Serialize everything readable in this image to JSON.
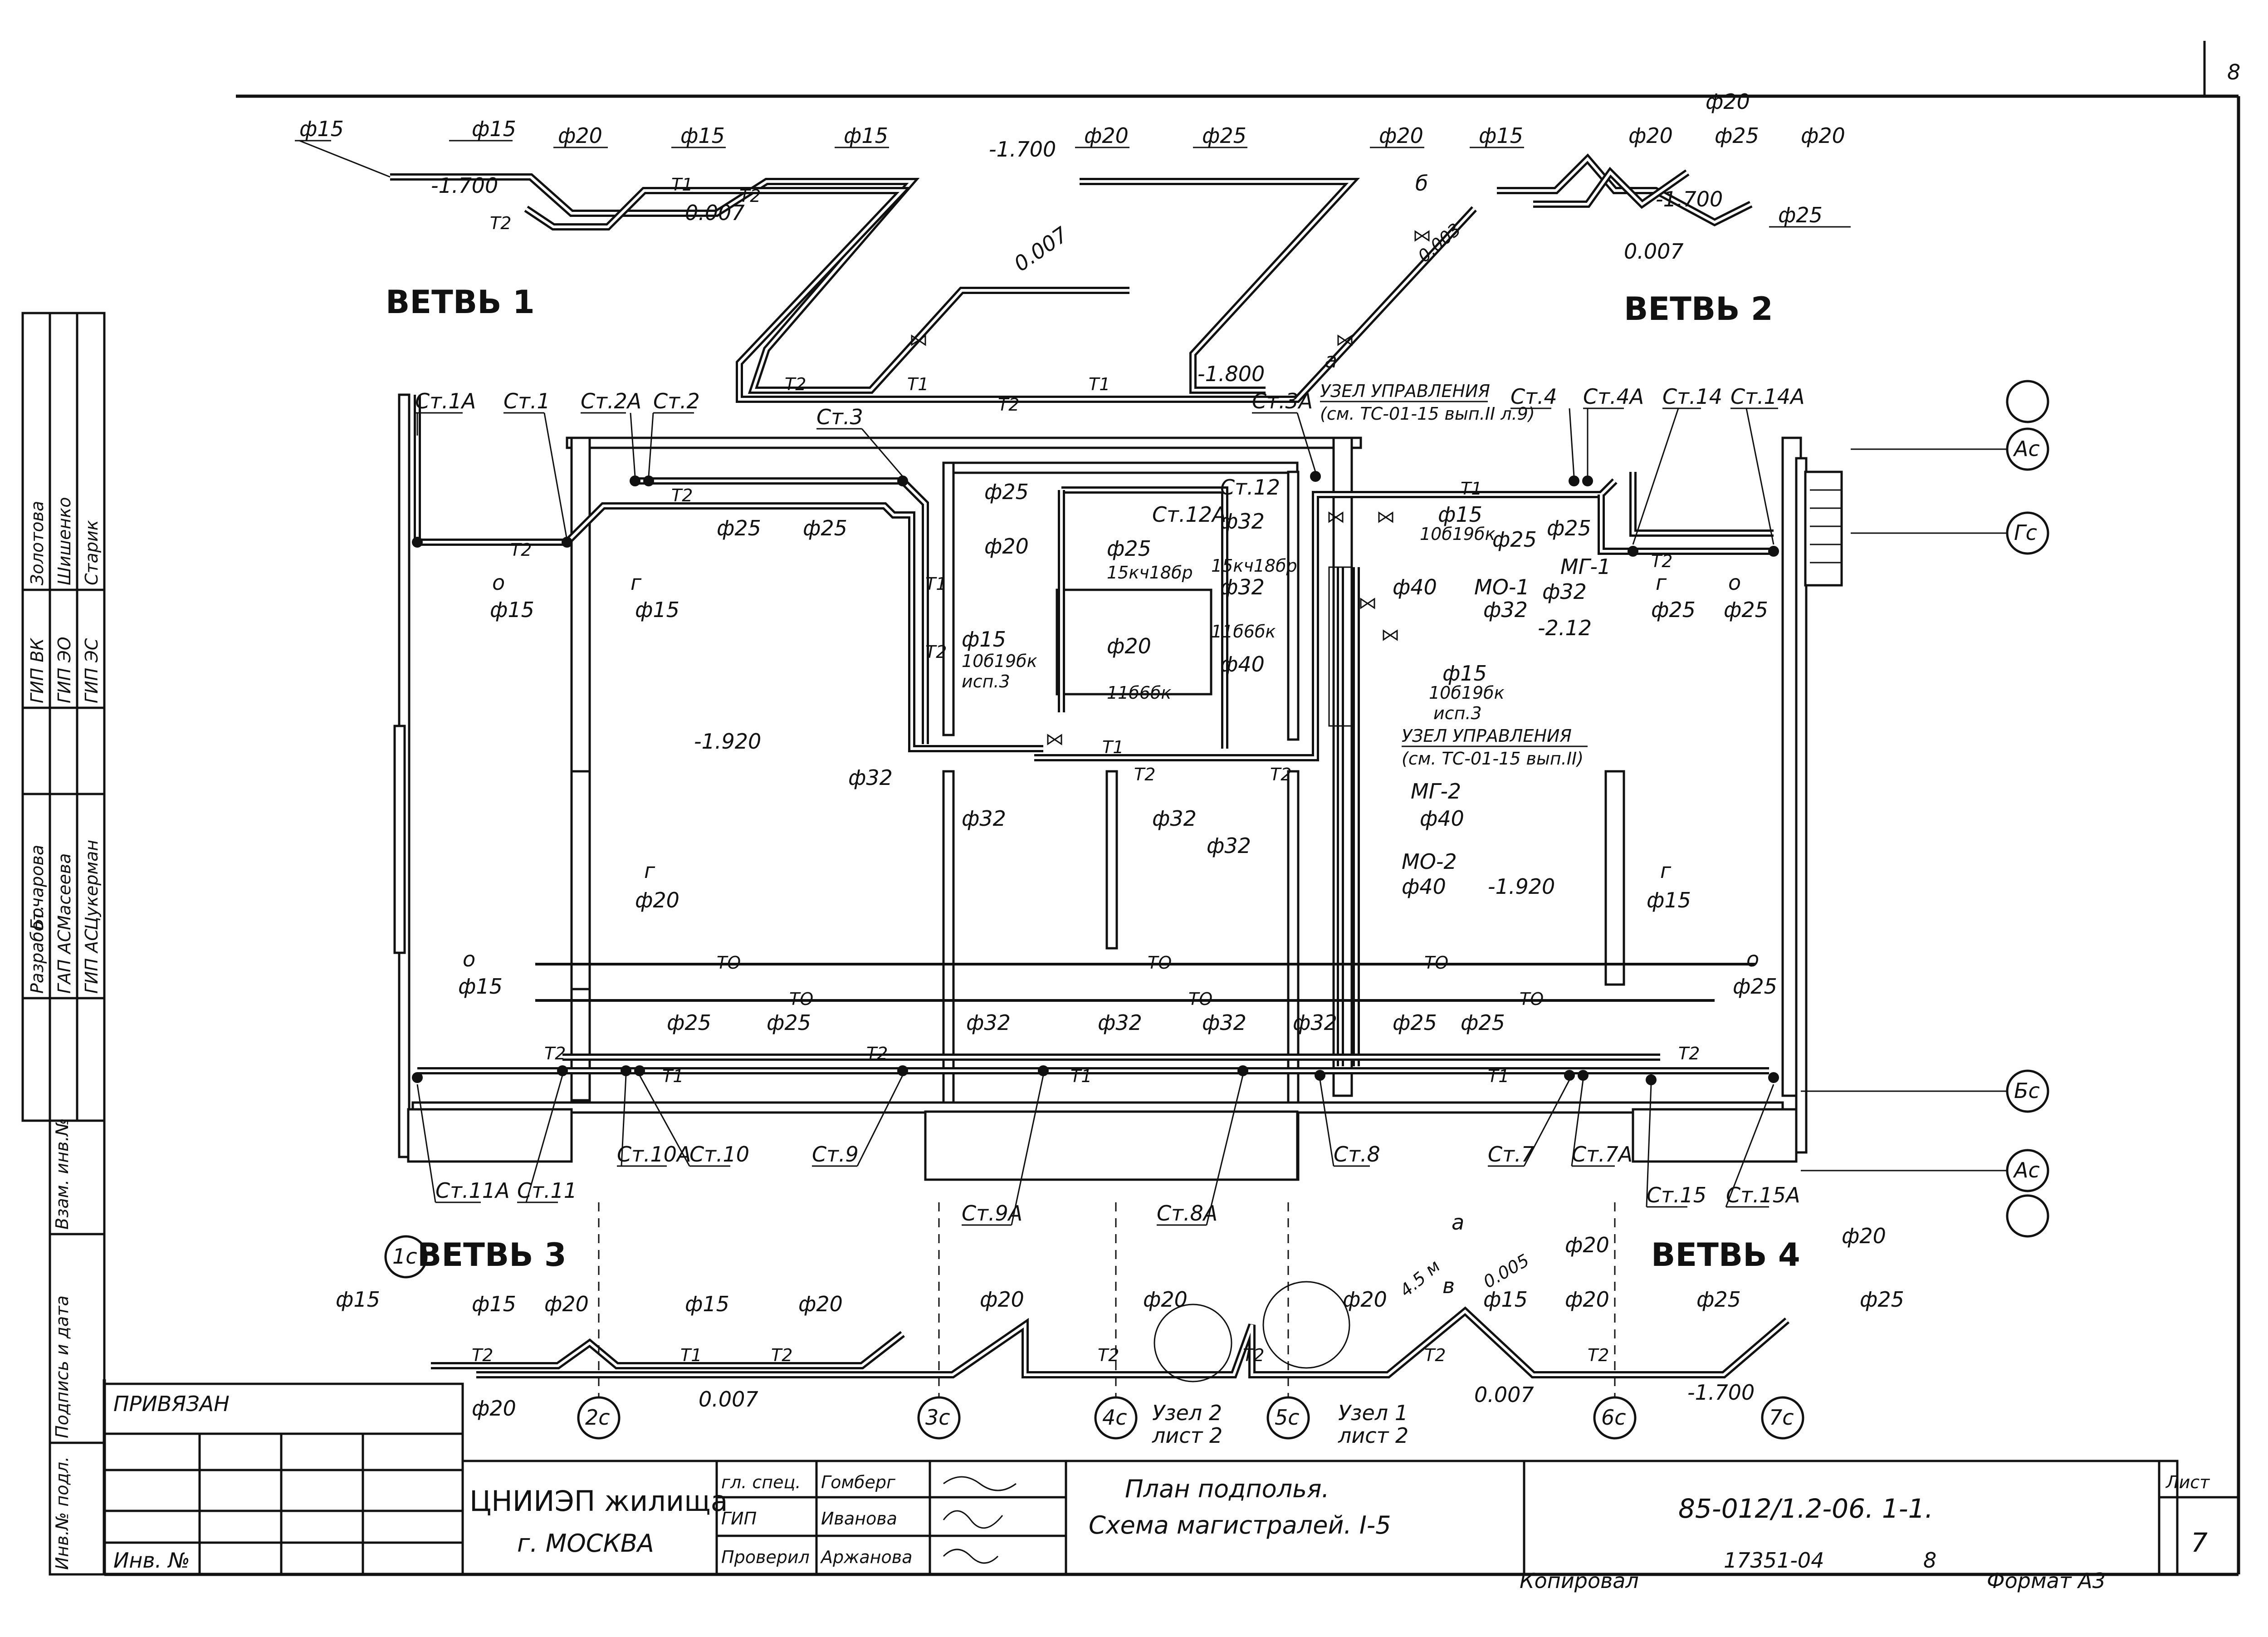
{
  "sheet_number_top": "8",
  "branches": {
    "b1": "ВЕТВЬ 1",
    "b2": "ВЕТВЬ 2",
    "b3": "ВЕТВЬ 3",
    "b4": "ВЕТВЬ 4"
  },
  "risers": {
    "st1a": "Ст.1А",
    "st1": "Ст.1",
    "st2a": "Ст.2А",
    "st2": "Ст.2",
    "st3": "Ст.3",
    "st3a": "Ст.3А",
    "st4": "Ст.4",
    "st4a": "Ст.4А",
    "st14": "Ст.14",
    "st14a": "Ст.14А",
    "st12": "Ст.12",
    "st12a": "Ст.12А",
    "st11a": "Ст.11А",
    "st11": "Ст.11",
    "st10a": "Ст.10А",
    "st10": "Ст.10",
    "st9": "Ст.9",
    "st9a": "Ст.9А",
    "st8a": "Ст.8А",
    "st8": "Ст.8",
    "st7": "Ст.7",
    "st7a": "Ст.7А",
    "st15": "Ст.15",
    "st15a": "Ст.15А"
  },
  "nodes": {
    "node1_title": "УЗЕЛ УПРАВЛЕНИЯ",
    "node1_ref": "(см. ТС-01-15 вып.II л.9)",
    "node2_title": "УЗЕЛ УПРАВЛЕНИЯ",
    "node2_ref": "(см. ТС-01-15 вып.II)",
    "uzel2": "Узел 2",
    "list2a": "лист 2",
    "uzel1": "Узел 1",
    "list2b": "лист 2"
  },
  "elevations": {
    "e1700a": "-1.700",
    "e1700b": "-1.700",
    "e1700c": "-1.700",
    "e1700d": "-1.700",
    "e1800": "-1.800",
    "e1920a": "-1.920",
    "e1920b": "-1.920",
    "e212": "-2.12"
  },
  "slopes": {
    "s1": "0.007",
    "s2": "0.007",
    "s3": "0.007",
    "s4": "0.007",
    "s5": "0.007",
    "s6": "0.003",
    "s7": "0.005"
  },
  "pipes": {
    "t1": "Т1",
    "t2": "Т2",
    "to": "ТО"
  },
  "diameters": {
    "d15": "ф15",
    "d20": "ф20",
    "d25": "ф25",
    "d32": "ф32",
    "d40": "ф40",
    "phi": "ф"
  },
  "equipment": {
    "kch1": "15кч18бр",
    "kch2": "15кч18бр",
    "b1": "11б6бк",
    "b2": "11б6бк",
    "v1": "10б19бк",
    "v2": "10б19бк",
    "v3": "10б19бк",
    "isp3": "исп.3",
    "mg1": "МГ-1",
    "mg2": "МГ-2",
    "mo1": "МО-1",
    "mo2": "МО-2"
  },
  "misc": {
    "o": "о",
    "g": "г",
    "a": "а",
    "b": "б",
    "v": "в",
    "dim45": "4.5 м"
  },
  "axes": {
    "ac_top": "Ас",
    "gc": "Гс",
    "bc": "Бс",
    "ac_bottom": "Ас",
    "c1": "1с",
    "c2": "2с",
    "c3": "3с",
    "c4": "4с",
    "c5": "5с",
    "c6": "6с",
    "c7": "7с"
  },
  "stamp": {
    "privyazan": "ПРИВЯЗАН",
    "inv_no": "Инв. №",
    "org_name": "ЦНИИЭП жилища",
    "org_city": "г. МОСКВА",
    "role_gs": "гл. спец.",
    "name_gs": "Гомберг",
    "role_gip": "ГИП",
    "name_gip": "Иванова",
    "role_check": "Проверил",
    "name_check": "Аржанова",
    "title1": "План подполья.",
    "title2": "Схема магистралей. I-5",
    "doc_code": "85-012/1.2-06. 1-1.",
    "sheet_label": "Лист",
    "sheet_no": "7"
  },
  "side_stamp": {
    "r1_role": "Разработ.",
    "r1_name": "Бочарова",
    "r2_role": "ГАП АС",
    "r2_name": "Масеева",
    "r3_role": "ГИП АС",
    "r3_name": "Цукерман",
    "r4_role": "ГИП ВК",
    "r4_name": "Золотова",
    "r5_role": "ГИП ЭО",
    "r5_name": "Шишенко",
    "r6_role": "ГИП ЭС",
    "r6_name": "Старик",
    "c1": "Инв.№ подл.",
    "c2": "Подпись и дата",
    "c3": "Взам. инв.№"
  },
  "footer": {
    "archive_no": "17351-04",
    "archive_sheet": "8",
    "copied": "Копировал",
    "format": "Формат А3"
  }
}
